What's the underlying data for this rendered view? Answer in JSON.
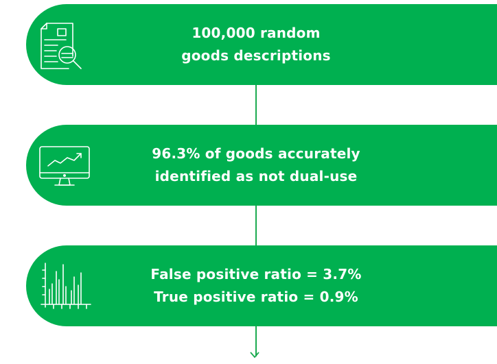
{
  "colors": {
    "box_fill": "#00b050",
    "connector": "#1aaa4f",
    "text": "#ffffff"
  },
  "steps": [
    {
      "icon": "document-search-icon",
      "lines": [
        "100,000 random",
        "goods descriptions"
      ]
    },
    {
      "icon": "monitor-trend-icon",
      "lines": [
        "96.3% of goods accurately",
        "identified as not dual-use"
      ]
    },
    {
      "icon": "bar-chart-icon",
      "lines": [
        "False positive ratio = 3.7%",
        "True positive ratio = 0.9%"
      ]
    }
  ]
}
